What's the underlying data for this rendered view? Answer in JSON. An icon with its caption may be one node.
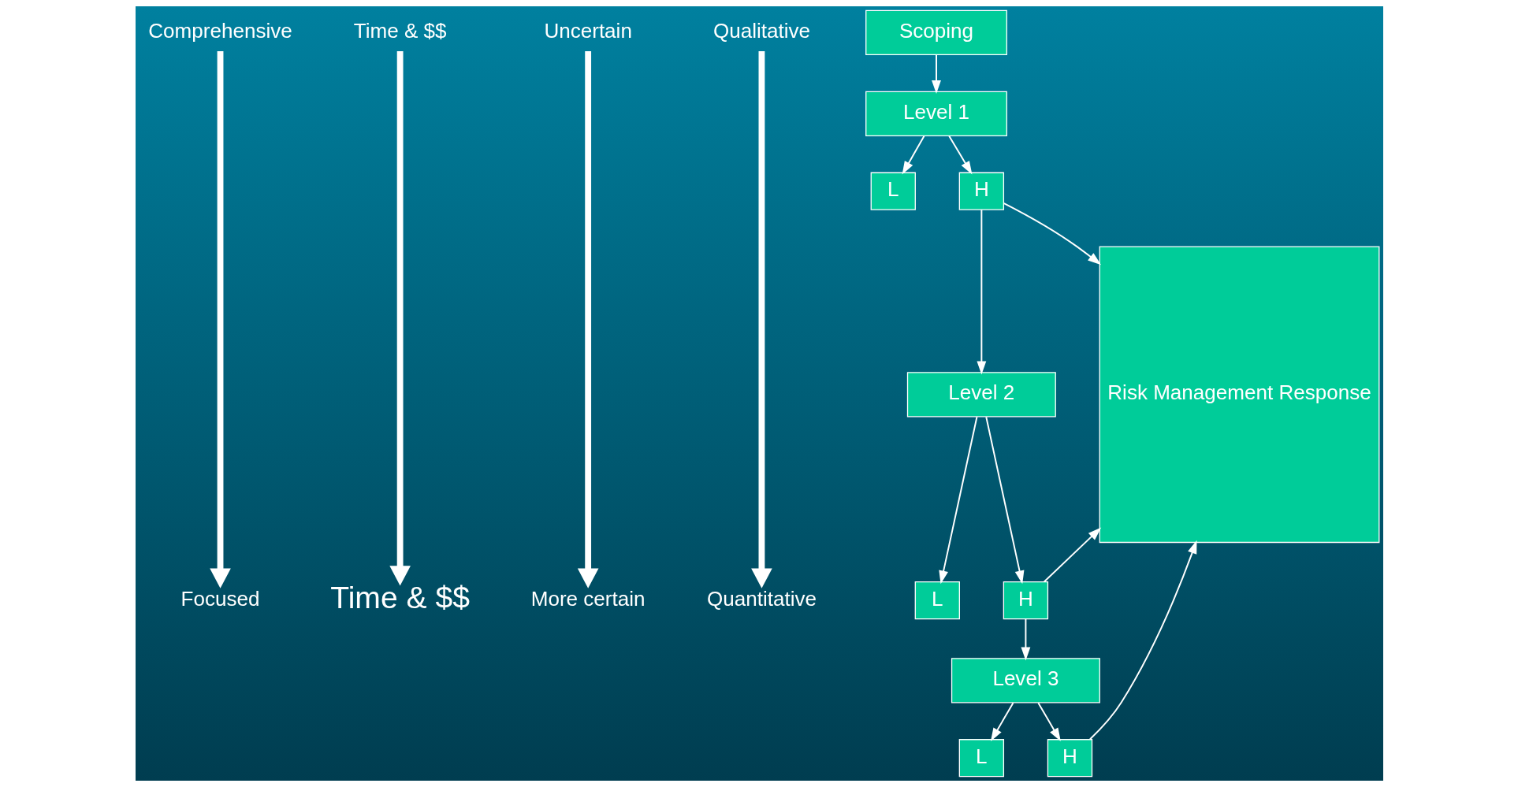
{
  "diagram": {
    "nodes": [
      {
        "text": [
          "Comprehensive"
        ]
      },
      {
        "text": [
          "Focused"
        ]
      },
      {
        "text": [
          "Time & $$"
        ]
      },
      {
        "text": [
          "Time & $$"
        ]
      },
      {
        "text": [
          "Uncertain"
        ]
      },
      {
        "text": [
          "More certain"
        ]
      },
      {
        "text": [
          "Qualitative"
        ]
      },
      {
        "text": [
          "Quantitative"
        ]
      },
      {
        "text": [
          "Scoping"
        ]
      },
      {
        "text": [
          "Level 1"
        ]
      },
      {
        "text": [
          "L"
        ]
      },
      {
        "text": [
          "H"
        ]
      },
      {
        "text": [
          "Level 2"
        ]
      },
      {
        "text": [
          "L"
        ]
      },
      {
        "text": [
          "H"
        ]
      },
      {
        "text": [
          "Level 3"
        ]
      },
      {
        "text": [
          "L"
        ]
      },
      {
        "text": [
          "H"
        ]
      },
      {
        "text": [
          "Risk Management Response"
        ]
      }
    ],
    "edges": [
      {
        "from": 0,
        "to": 1,
        "arrow": "to",
        "style": "thick"
      },
      {
        "from": 2,
        "to": 3,
        "arrow": "to",
        "style": "thick"
      },
      {
        "from": 4,
        "to": 5,
        "arrow": "to",
        "style": "thick"
      },
      {
        "from": 6,
        "to": 7,
        "arrow": "to",
        "style": "thick"
      },
      {
        "from": 8,
        "to": 9,
        "arrow": "to"
      },
      {
        "from": 9,
        "to": 10,
        "arrow": "to"
      },
      {
        "from": 9,
        "to": 11,
        "arrow": "to"
      },
      {
        "from": 11,
        "to": 18,
        "arrow": "to"
      },
      {
        "from": 11,
        "to": 12,
        "arrow": "to"
      },
      {
        "from": 12,
        "to": 13,
        "arrow": "to"
      },
      {
        "from": 12,
        "to": 14,
        "arrow": "to"
      },
      {
        "from": 14,
        "to": 18,
        "arrow": "to"
      },
      {
        "from": 14,
        "to": 15,
        "arrow": "to"
      },
      {
        "from": 15,
        "to": 16,
        "arrow": "to"
      },
      {
        "from": 15,
        "to": 17,
        "arrow": "to"
      },
      {
        "from": 17,
        "to": 18,
        "arrow": "to"
      }
    ]
  }
}
